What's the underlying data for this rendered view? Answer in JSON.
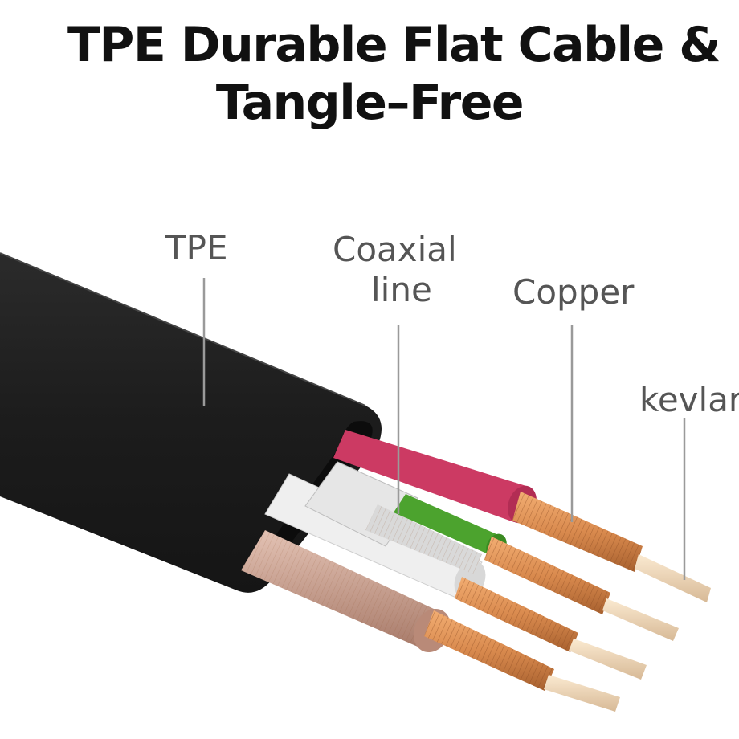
{
  "title": {
    "line1": "TPE Durable Flat Cable &",
    "line2": "Tangle–Free"
  },
  "labels": {
    "tpe": "TPE",
    "coaxial_line_1": "Coaxial",
    "coaxial_line_2": "line",
    "copper": "Copper",
    "kevlar": "kevlar"
  },
  "colors": {
    "jacket": "#1e1e1e",
    "red_wire": "#cc3a63",
    "green_wire": "#4ca32e",
    "white_wire": "#eeeeee",
    "tan_wire": "#c69a86",
    "copper": "#d98a4e",
    "kevlar": "#efd7b5",
    "leader_line": "#9a9a9a",
    "label_text": "#555555",
    "title_text": "#111111"
  }
}
